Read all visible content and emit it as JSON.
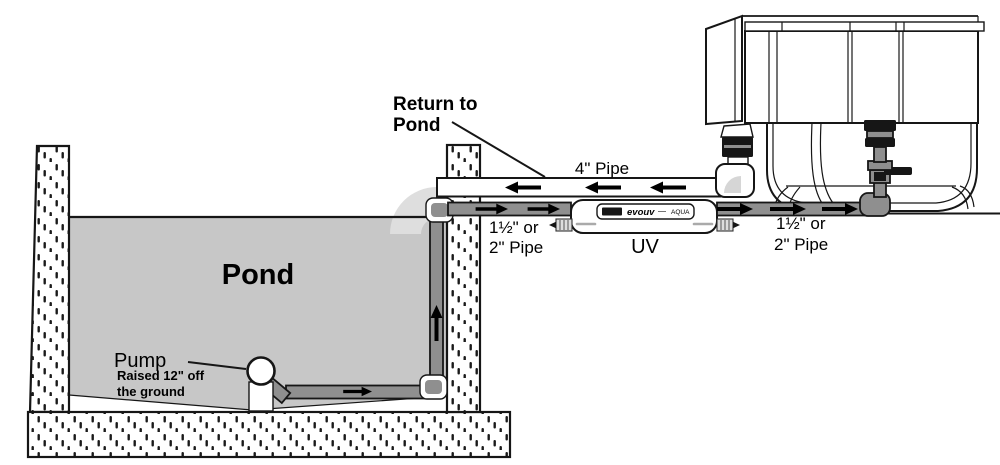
{
  "labels": {
    "return_to_pond": {
      "line1": "Return to",
      "line2": "Pond"
    },
    "pipe_4": "4\" Pipe",
    "pipe_left": {
      "line1": "1½\" or",
      "line2": "2\" Pipe"
    },
    "pipe_right": {
      "line1": "1½\" or",
      "line2": "2\" Pipe"
    },
    "uv": "UV",
    "pond": "Pond",
    "pump": {
      "title": "Pump",
      "note_line1": "Raised 12\" off",
      "note_line2": "the ground"
    }
  },
  "uv_unit": {
    "brand": "evouv",
    "brand_right": "AQUA"
  },
  "colors": {
    "water": "#c7c7c7",
    "splash": "#dedede",
    "pipe": "#8f8f8f",
    "ink": "#161616"
  }
}
